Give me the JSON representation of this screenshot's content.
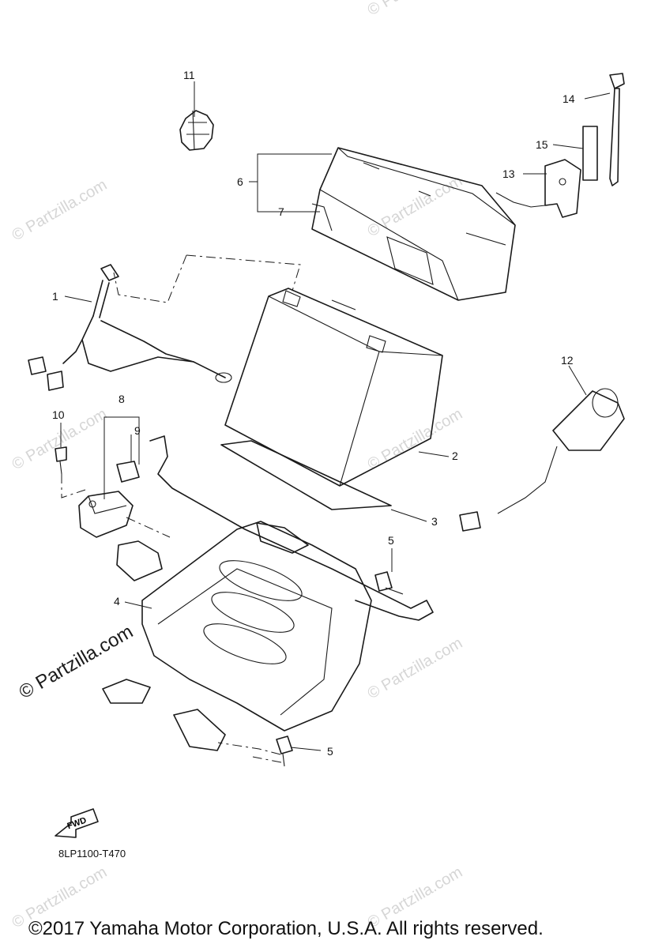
{
  "watermark": {
    "text": "© Partzilla.com",
    "prominent_text": "© Partzilla.com"
  },
  "callouts": [
    {
      "id": "1",
      "label": "1"
    },
    {
      "id": "2",
      "label": "2"
    },
    {
      "id": "3",
      "label": "3"
    },
    {
      "id": "4",
      "label": "4"
    },
    {
      "id": "5a",
      "label": "5"
    },
    {
      "id": "5b",
      "label": "5"
    },
    {
      "id": "6",
      "label": "6"
    },
    {
      "id": "7",
      "label": "7"
    },
    {
      "id": "8",
      "label": "8"
    },
    {
      "id": "9",
      "label": "9"
    },
    {
      "id": "10",
      "label": "10"
    },
    {
      "id": "11",
      "label": "11"
    },
    {
      "id": "12",
      "label": "12"
    },
    {
      "id": "13",
      "label": "13"
    },
    {
      "id": "14",
      "label": "14"
    },
    {
      "id": "15",
      "label": "15"
    }
  ],
  "fwd_arrow_label": "FWD",
  "diagram_code": "8LP1100-T470",
  "copyright": "©2017 Yamaha Motor Corporation, U.S.A. All rights reserved."
}
